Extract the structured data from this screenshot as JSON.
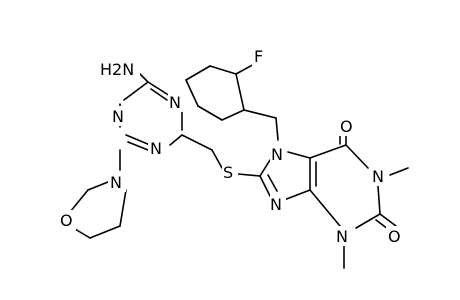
{
  "molecule": {
    "atoms": {
      "nh2": "H2N",
      "f": "F",
      "o_top": "O",
      "o_right": "O",
      "n7": "N",
      "n1": "N",
      "n9": "N",
      "n3": "N",
      "s": "S",
      "tz_n_top": "N",
      "tz_n_left": "N",
      "tz_n_bottom": "N",
      "morph_n": "N",
      "morph_o": "O",
      "me_n1": "",
      "me_n3": ""
    }
  },
  "colors": {
    "bond": "#000000",
    "label": "#000000",
    "background": "#ffffff"
  }
}
